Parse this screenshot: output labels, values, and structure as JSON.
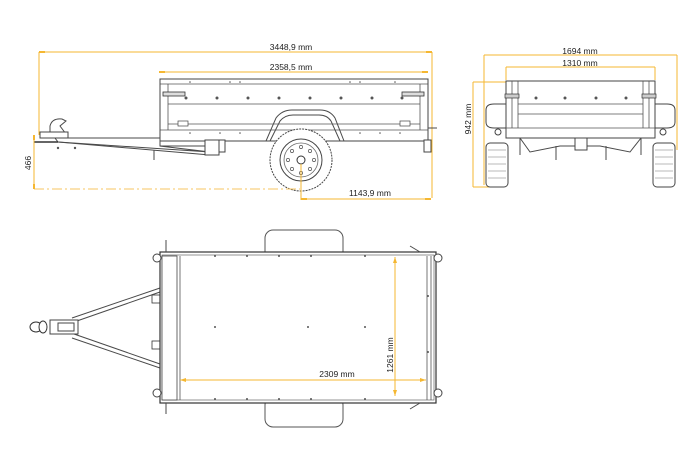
{
  "diagram": {
    "subject": "single-axle utility trailer technical drawing",
    "accent_color": "#f5b731",
    "views": {
      "side": {
        "dimensions": {
          "overall_length": "3448,9 mm",
          "box_length": "2358,5 mm",
          "axle_to_rear": "1143,9 mm",
          "coupling_height": "466"
        }
      },
      "rear": {
        "dimensions": {
          "overall_width": "1694 mm",
          "box_width": "1310 mm",
          "height": "942 mm"
        }
      },
      "top": {
        "dimensions": {
          "inner_length": "2309 mm",
          "inner_width": "1261 mm"
        }
      }
    }
  }
}
